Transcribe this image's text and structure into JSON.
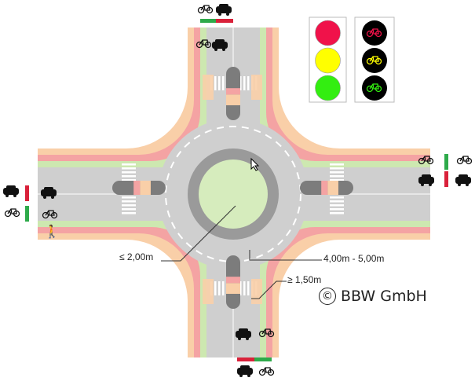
{
  "title": "Roundabout layout diagram",
  "labels": {
    "max_width": "≤ 2,00m",
    "island_length": "4,00m - 5,00m",
    "min_width": "≥ 1,50m"
  },
  "copyright": {
    "symbol": "©",
    "text": "BBW GmbH"
  },
  "signals": {
    "standard": [
      "red",
      "yellow",
      "green"
    ],
    "bicycle": [
      "red",
      "yellow",
      "green"
    ]
  },
  "colors": {
    "sidewalk": "#f9cfa8",
    "bike_lane": "#f4a3a3",
    "buffer": "#cde8b0",
    "road": "#cfcfcf",
    "island": "#7c7c7c",
    "center": "#d6ecbd",
    "ring": "#9a9a9a",
    "red": "#f0124a",
    "yellow": "#ffff00",
    "green": "#33ee11",
    "bar_red": "#d9213a",
    "bar_green": "#2eaa4a"
  }
}
